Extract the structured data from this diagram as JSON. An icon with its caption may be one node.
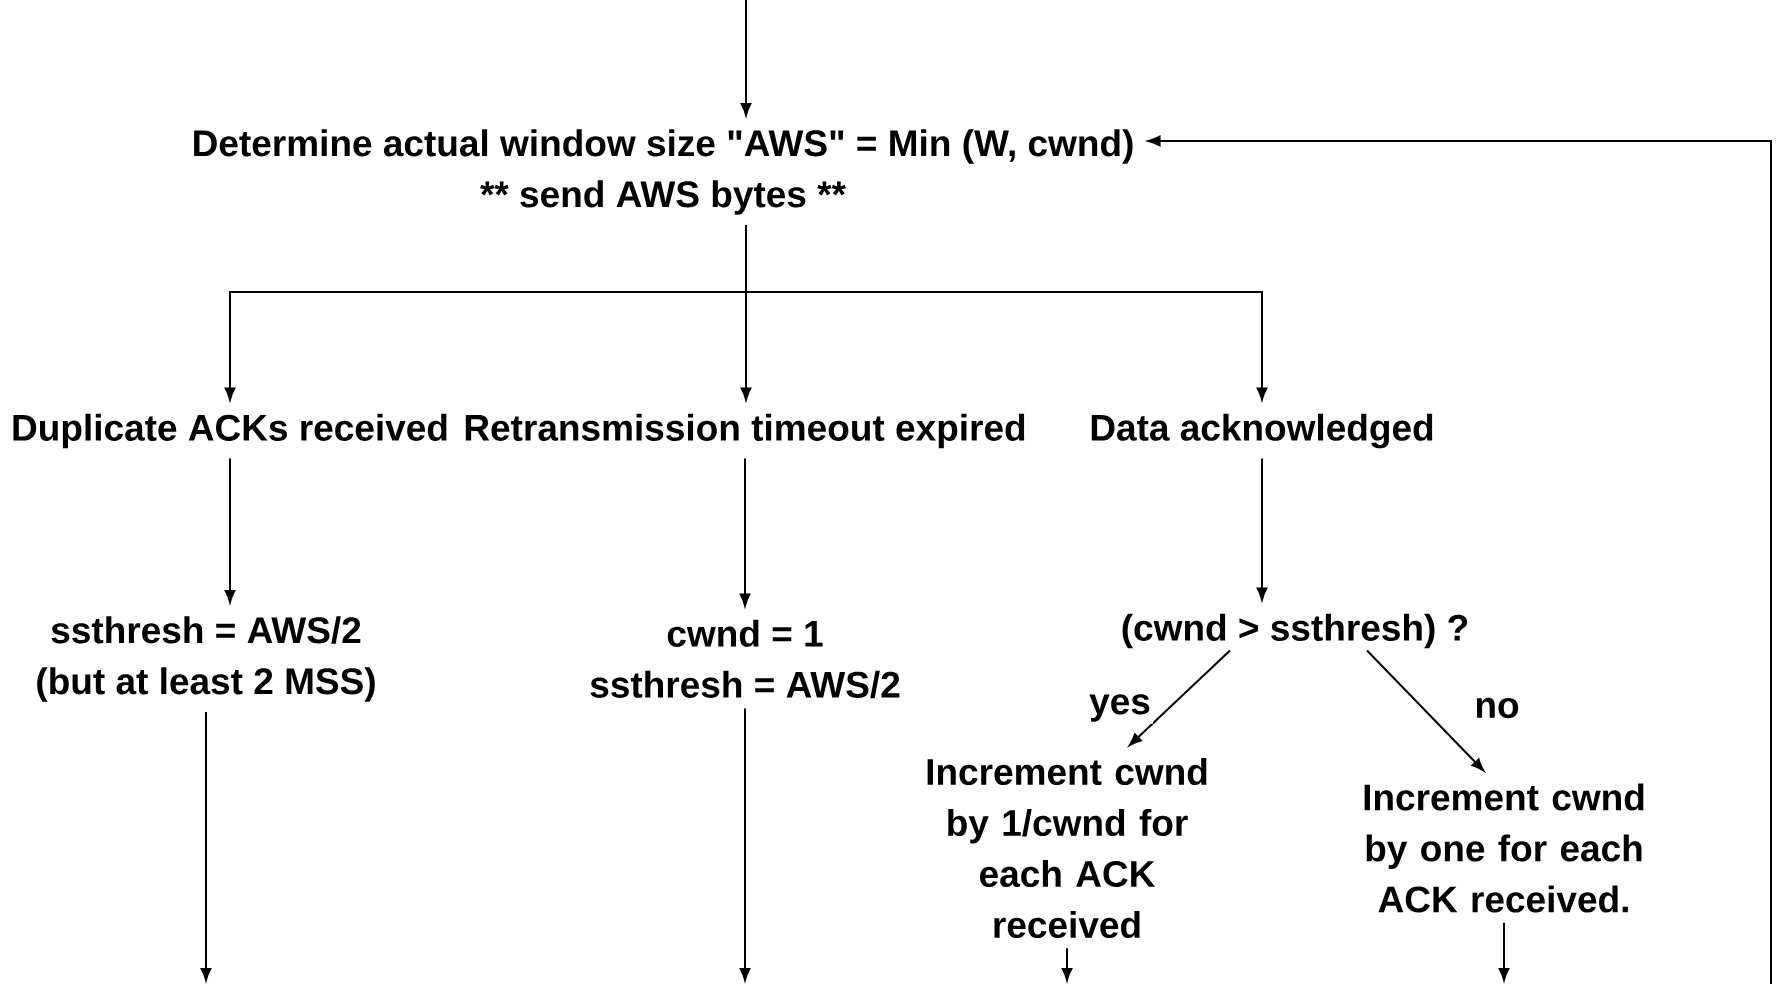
{
  "diagram": {
    "nodes": [
      {
        "text": [
          "Determine actual window size \"AWS\" = Min (W, cwnd)",
          "** send AWS bytes **"
        ]
      },
      {
        "text": [
          "Duplicate ACKs received"
        ]
      },
      {
        "text": [
          "Retransmission timeout expired"
        ]
      },
      {
        "text": [
          "Data acknowledged"
        ]
      },
      {
        "text": [
          "ssthresh = AWS/2",
          "(but at least 2 MSS)"
        ]
      },
      {
        "text": [
          "cwnd = 1",
          "ssthresh = AWS/2"
        ]
      },
      {
        "text": [
          "(cwnd > ssthresh) ?"
        ]
      },
      {
        "text": [
          "Increment cwnd by 1/cwnd for each ACK received"
        ]
      },
      {
        "text": [
          "Increment cwnd by one for each ACK received."
        ]
      }
    ],
    "edges": [
      {
        "from": null,
        "to": 0,
        "arrow": "to"
      },
      {
        "from": 0,
        "to": 1,
        "arrow": "to"
      },
      {
        "from": 0,
        "to": 2,
        "arrow": "to"
      },
      {
        "from": 0,
        "to": 3,
        "arrow": "to"
      },
      {
        "from": 1,
        "to": 4,
        "arrow": "to"
      },
      {
        "from": 2,
        "to": 5,
        "arrow": "to"
      },
      {
        "from": 3,
        "to": 6,
        "arrow": "to"
      },
      {
        "from": 6,
        "to": 7,
        "arrow": "to",
        "label": "yes"
      },
      {
        "from": 6,
        "to": 8,
        "arrow": "to",
        "label": "no"
      },
      {
        "from": 4,
        "to": null,
        "arrow": "to"
      },
      {
        "from": 5,
        "to": null,
        "arrow": "to"
      },
      {
        "from": 7,
        "to": null,
        "arrow": "to"
      },
      {
        "from": 8,
        "to": null,
        "arrow": "to"
      },
      {
        "from": null,
        "to": 0,
        "arrow": "to"
      }
    ]
  }
}
